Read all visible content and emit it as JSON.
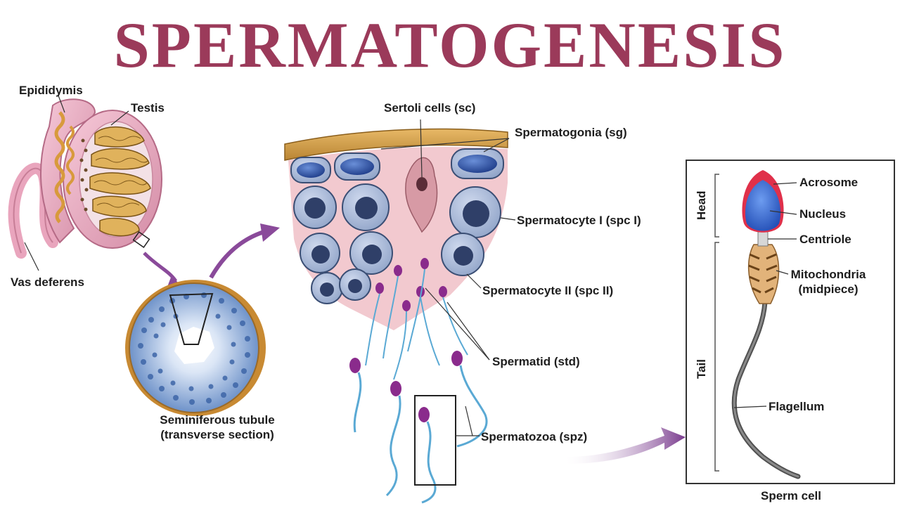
{
  "title": "SPERMATOGENESIS",
  "testis_panel": {
    "epididymis": "Epididymis",
    "testis": "Testis",
    "vas_deferens": "Vas deferens"
  },
  "tubule_panel": {
    "line1": "Seminiferous  tubule",
    "line2": "(transverse section)"
  },
  "wall_panel": {
    "sertoli": "Sertoli cells (sc)",
    "spermatogonia": "Spermatogonia (sg)",
    "spermatocyte1": "Spermatocyte I (spc I)",
    "spermatocyte2": "Spermatocyte II (spc II)",
    "spermatid": "Spermatid (std)",
    "spermatozoa": "Spermatozoa (spz)"
  },
  "sperm_panel": {
    "head": "Head",
    "tail": "Tail",
    "acrosome": "Acrosome",
    "nucleus": "Nucleus",
    "centriole": "Centriole",
    "mito1": "Mitochondria",
    "mito2": "(midpiece)",
    "flagellum": "Flagellum",
    "caption": "Sperm cell"
  },
  "colors": {
    "title": "#9b3a5a",
    "arrow": "#8a4a9a",
    "acrosome": "#e0304a",
    "nucleus": "#3a6fd0",
    "cytoplasm": "#f2c9cf",
    "gold": "#c8932e"
  }
}
